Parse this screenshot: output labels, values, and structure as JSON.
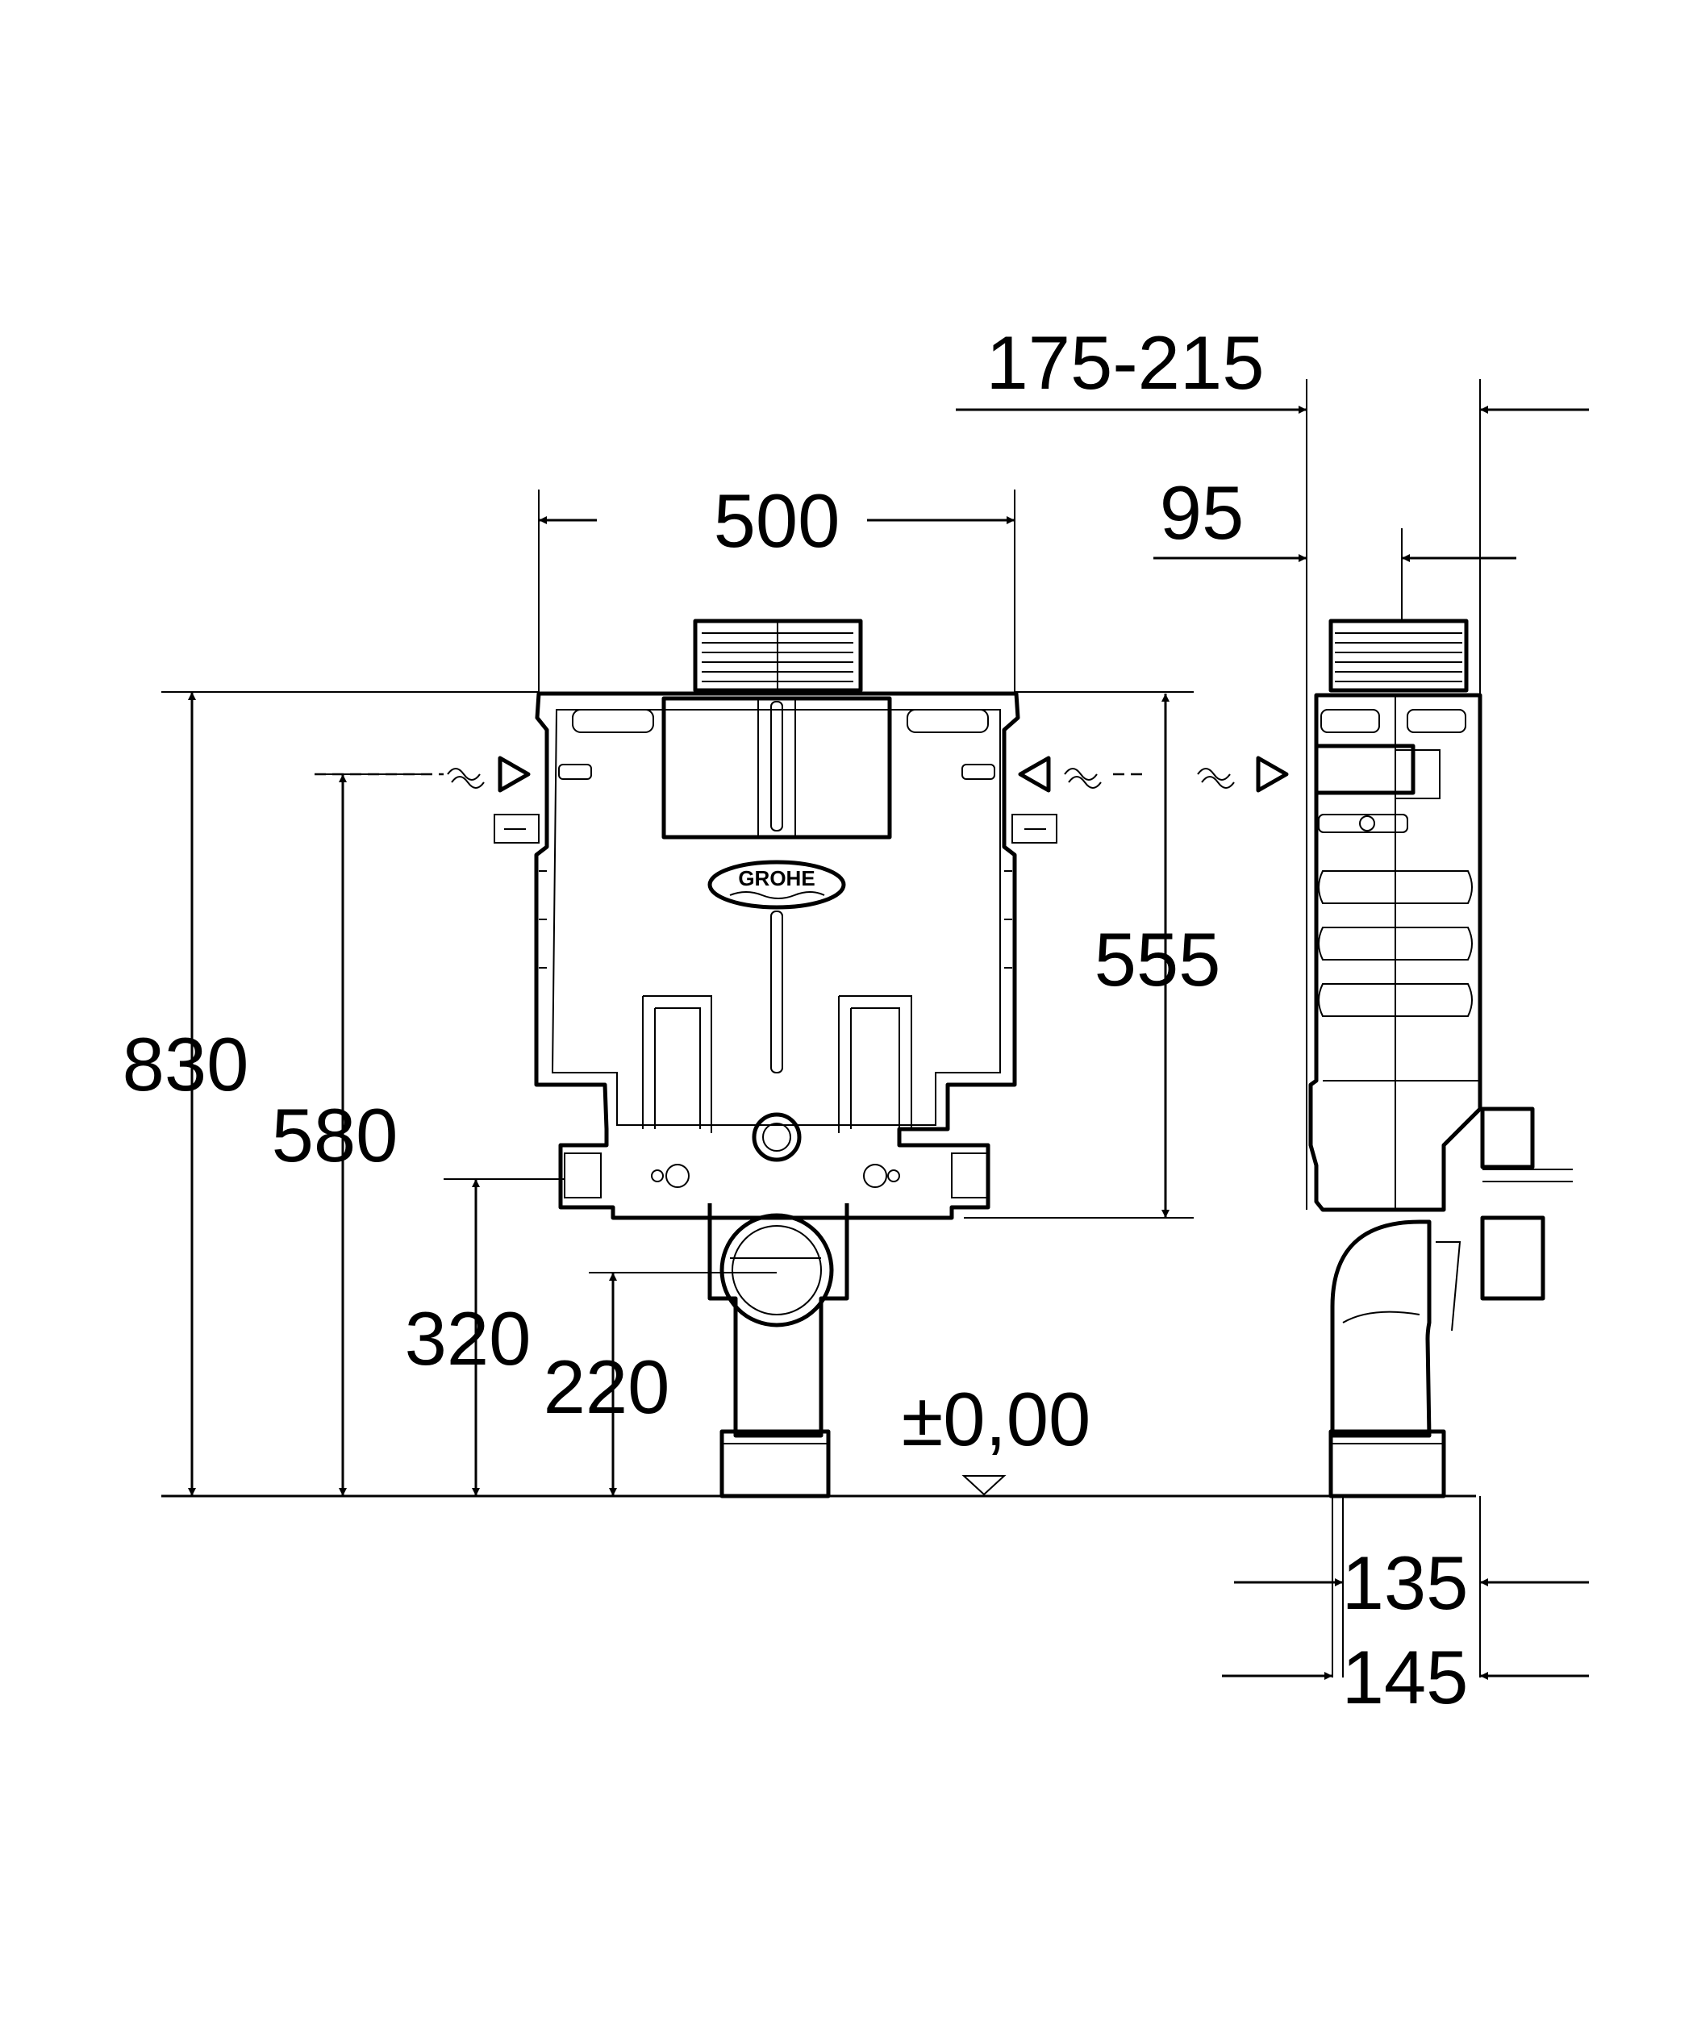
{
  "drawing": {
    "dimensions": {
      "width_front": "500",
      "depth_range": "175-215",
      "depth_frame": "95",
      "height_total": "830",
      "height_supply": "580",
      "height_tank": "555",
      "height_bracket": "320",
      "height_drain_center": "220",
      "floor_level": "±0,00",
      "depth_bottom_1": "135",
      "depth_bottom_2": "145"
    },
    "brand": "GROHE"
  }
}
